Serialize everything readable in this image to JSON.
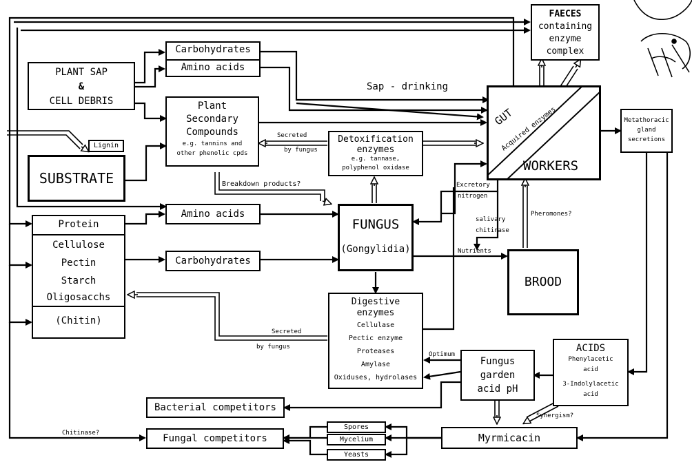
{
  "boxes": {
    "faeces": [
      "FAECES",
      "containing",
      "enzyme",
      "complex"
    ],
    "plant_sap": [
      "PLANT SAP",
      "&",
      "CELL DEBRIS"
    ],
    "carbs_top": "Carbohydrates",
    "amino_top": "Amino acids",
    "psc_title": [
      "Plant",
      "Secondary",
      "Compounds"
    ],
    "psc_sub": [
      "e.g. tannins and",
      "other phenolic cpds"
    ],
    "lignin": "Lignin",
    "substrate": "SUBSTRATE",
    "detox_title": [
      "Detoxification",
      "enzymes"
    ],
    "detox_sub": [
      "e.g. tannase,",
      "polyphenol oxidase"
    ],
    "gut": "GUT",
    "acquired": "Acquired enzymes",
    "workers": "WORKERS",
    "metathoracic": [
      "Metathoracic",
      "gland",
      "secretions"
    ],
    "amino_mid": "Amino acids",
    "fungus": [
      "FUNGUS",
      "(Gongylidia)"
    ],
    "substrate_list": [
      "Protein",
      "Cellulose",
      "Pectin",
      "Starch",
      "Oligosacchs",
      "(Chitin)"
    ],
    "carbs_mid": "Carbohydrates",
    "brood": "BROOD",
    "digestive": [
      "Digestive",
      "enzymes",
      "Cellulase",
      "Pectic enzyme",
      "Proteases",
      "Amylase",
      "Oxiduses, hydrolases"
    ],
    "acids": [
      "ACIDS",
      "Phenylacetic",
      "acid",
      "3-Indolylacetic",
      "acid"
    ],
    "fungus_garden": [
      "Fungus",
      "garden",
      "acid pH"
    ],
    "bacterial": "Bacterial competitors",
    "fungal": "Fungal competitors",
    "myrmicacin": "Myrmicacin",
    "spores": "Spores",
    "mycelium": "Mycelium",
    "yeasts": "Yeasts"
  },
  "labels": {
    "sap_drinking": "Sap - drinking",
    "secreted_fungus_1": [
      "Secreted",
      "by fungus"
    ],
    "breakdown": "Breakdown products?",
    "excretory": [
      "Excretory",
      "nitrogen"
    ],
    "salivary": [
      "salivary",
      "chitinase"
    ],
    "nutrients": "Nutrients",
    "pheromones": "Pheromones?",
    "secreted_fungus_2": [
      "Secreted",
      "by fungus"
    ],
    "optimum": "Optimum",
    "synergism": "Synergism?",
    "chitinase": "Chitinase?"
  },
  "colors": {
    "ink": "#000000",
    "paper": "#ffffff"
  }
}
